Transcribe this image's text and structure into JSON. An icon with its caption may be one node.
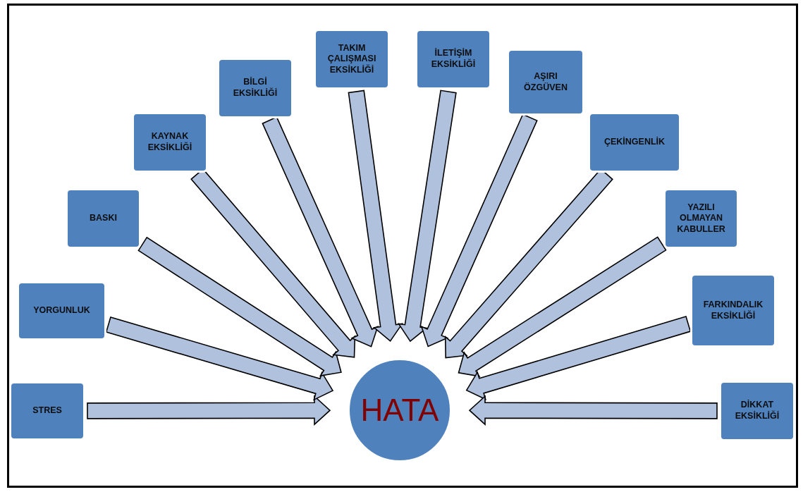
{
  "diagram": {
    "nodes": [
      {
        "text": [
          "STRES"
        ]
      },
      {
        "text": [
          "YORGUNLUK"
        ]
      },
      {
        "text": [
          "BASKI"
        ]
      },
      {
        "text": [
          "KAYNAK EKSİKLİĞİ"
        ]
      },
      {
        "text": [
          "BİLGİ EKSİKLİĞİ"
        ]
      },
      {
        "text": [
          "TAKIM ÇALIŞMASI EKSİKLİĞİ"
        ]
      },
      {
        "text": [
          "İLETİŞİM EKSİKLİĞİ"
        ]
      },
      {
        "text": [
          "AŞIRI ÖZGÜVEN"
        ]
      },
      {
        "text": [
          "ÇEKİNGENLİK"
        ]
      },
      {
        "text": [
          "YAZILI OLMAYAN KABULLER"
        ]
      },
      {
        "text": [
          "FARKINDALIK EKSİKLİĞİ"
        ]
      },
      {
        "text": [
          "DİKKAT EKSİKLİĞİ"
        ]
      },
      {
        "text": [
          "HATA"
        ]
      }
    ],
    "edges": [
      {
        "from": 0,
        "to": 12,
        "arrow": "to"
      },
      {
        "from": 1,
        "to": 12,
        "arrow": "to"
      },
      {
        "from": 2,
        "to": 12,
        "arrow": "to"
      },
      {
        "from": 3,
        "to": 12,
        "arrow": "to"
      },
      {
        "from": 4,
        "to": 12,
        "arrow": "to"
      },
      {
        "from": 5,
        "to": 12,
        "arrow": "to"
      },
      {
        "from": 6,
        "to": 12,
        "arrow": "to"
      },
      {
        "from": 7,
        "to": 12,
        "arrow": "to"
      },
      {
        "from": 8,
        "to": 12,
        "arrow": "to"
      },
      {
        "from": 9,
        "to": 12,
        "arrow": "to"
      },
      {
        "from": 10,
        "to": 12,
        "arrow": "to"
      },
      {
        "from": 11,
        "to": 12,
        "arrow": "to"
      }
    ]
  }
}
